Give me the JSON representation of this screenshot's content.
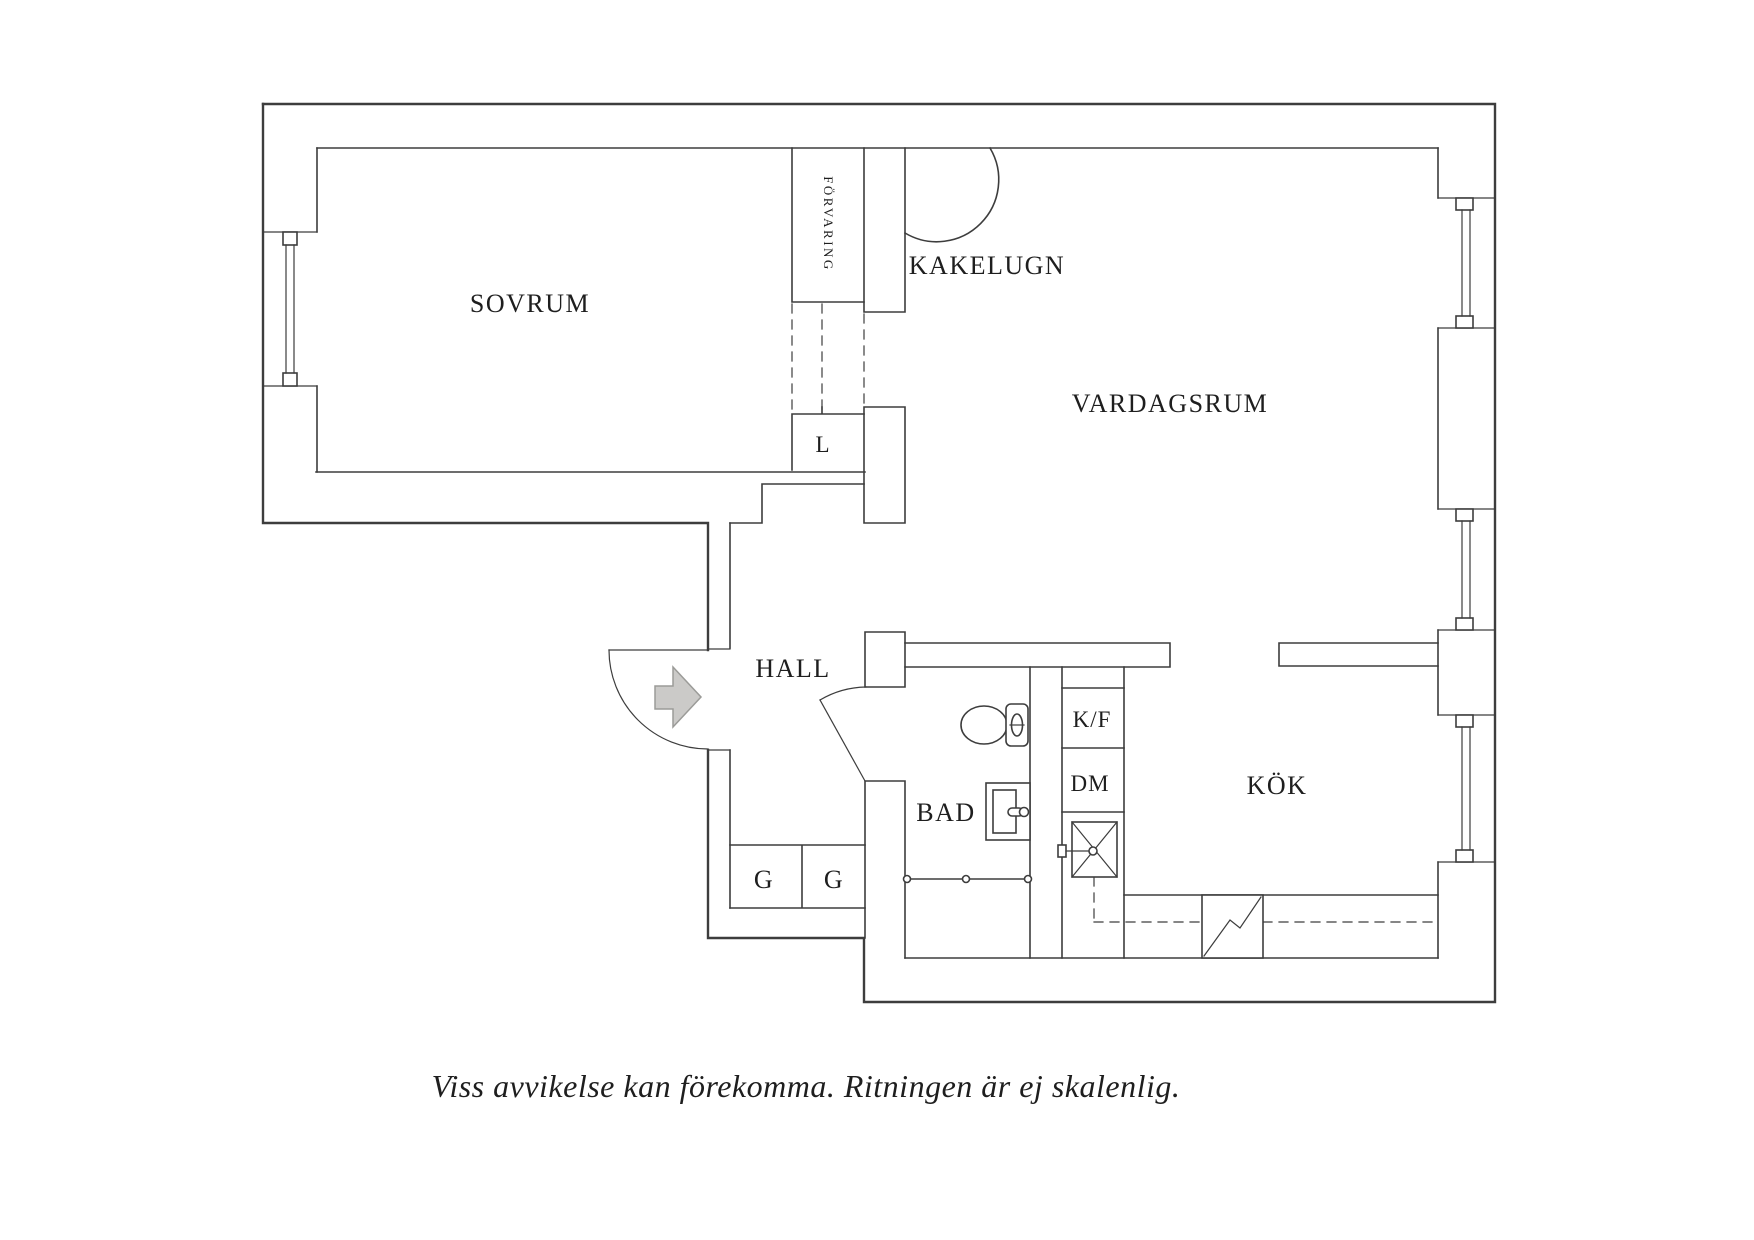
{
  "plan": {
    "labels": {
      "sovrum": "SOVRUM",
      "forvaring": "FÖRVARING",
      "kakelugn": "KAKELUGN",
      "vardagsrum": "VARDAGSRUM",
      "hall": "HALL",
      "linen_closet": "L",
      "wardrobe_left": "G",
      "wardrobe_right": "G",
      "bad": "BAD",
      "fridge_freezer": "K/F",
      "dishwasher": "DM",
      "kok": "KÖK"
    },
    "caption": "Viss avvikelse kan förekomma. Ritningen är ej skalenlig.",
    "window_count": 4,
    "icons": [
      "entry-arrow-icon",
      "door-swing-icon",
      "toilet-icon",
      "sink-icon",
      "shower-rail-icon",
      "washing-zone-icon",
      "stove-icon",
      "window-icon",
      "tiled-stove-arc-icon"
    ]
  },
  "colors": {
    "line": "#3d3d3d",
    "label": "#1e1e1e",
    "arrow_fill": "#cbcac8",
    "arrow_stroke": "#9b9b98",
    "background": "#ffffff"
  }
}
